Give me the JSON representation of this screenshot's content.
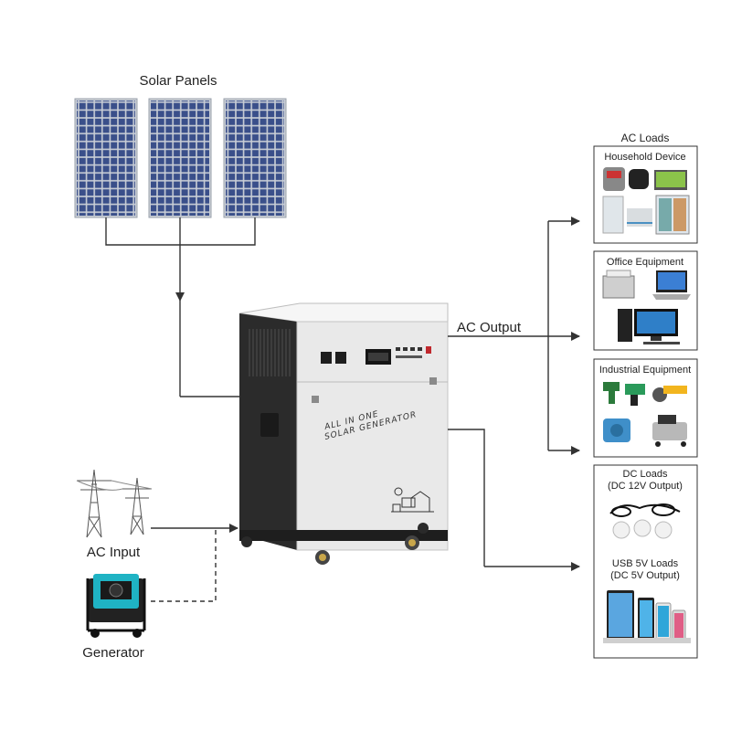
{
  "labels": {
    "solar_panels": "Solar Panels",
    "ac_output": "AC Output",
    "ac_input": "AC Input",
    "generator": "Generator",
    "ac_loads": "AC Loads",
    "unit_line1": "ALL IN ONE",
    "unit_line2": "SOLAR GENERATOR"
  },
  "load_boxes": {
    "household": {
      "title": "Household Device"
    },
    "office": {
      "title": "Office Equipment"
    },
    "industrial": {
      "title": "Industrial Equipment"
    },
    "dc": {
      "title_line1": "DC Loads",
      "title_line2": "(DC 12V Output)",
      "usb_line1": "USB 5V Loads",
      "usb_line2": "(DC 5V Output)"
    }
  },
  "colors": {
    "panel_cell": "#3a4f8a",
    "panel_frame": "#c9ced6",
    "cabinet_body": "#e9e9e9",
    "cabinet_side": "#2b2b2b",
    "wire": "#333333",
    "generator_accent": "#1fb3c4"
  }
}
